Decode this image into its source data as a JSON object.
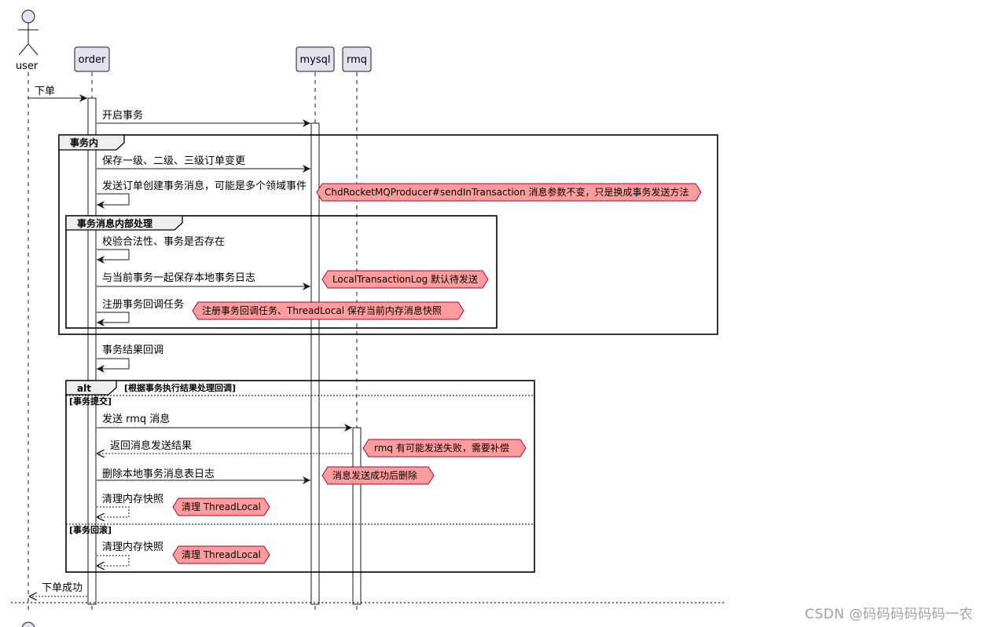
{
  "participants": [
    {
      "id": "user",
      "label": "user",
      "kind": "actor"
    },
    {
      "id": "order",
      "label": "order",
      "kind": "participant"
    },
    {
      "id": "mysql",
      "label": "mysql",
      "kind": "participant"
    },
    {
      "id": "rmq",
      "label": "rmq",
      "kind": "participant"
    }
  ],
  "messages": {
    "m01": "下单",
    "m02": "开启事务",
    "m03": "保存一级、二级、三级订单变更",
    "m04": "发送订单创建事务消息，可能是多个领域事件",
    "m05": "校验合法性、事务是否存在",
    "m06": "与当前事务一起保存本地事务日志",
    "m07": "注册事务回调任务",
    "m08": "事务结果回调",
    "m09": "发送 rmq 消息",
    "m10": "返回消息发送结果",
    "m11": "删除本地事务消息表日志",
    "m12": "清理内存快照",
    "m13": "清理内存快照",
    "m14": "下单成功"
  },
  "notes": {
    "n1": "ChdRocketMQProducer#sendInTransaction 消息参数不变，只是换成事务发送方法",
    "n2": "LocalTransactionLog 默认待发送",
    "n3": "注册事务回调任务、ThreadLocal 保存当前内存消息快照",
    "n4": "rmq 有可能发送失败，需要补偿",
    "n5": "消息发送成功后删除",
    "n6": "清理 ThreadLocal",
    "n7": "清理 ThreadLocal"
  },
  "groups": {
    "g1": "事务内",
    "g2": "事务消息内部处理"
  },
  "alt": {
    "label": "alt",
    "condition": "[根据事务执行结果处理回调]",
    "branch1": "[事务提交]",
    "branch2": "[事务回滚]"
  },
  "watermark": "CSDN @码码码码码码一农",
  "colors": {
    "participant_fill": "#e2e2f0",
    "participant_border": "#181818",
    "note_fill": "#ff9d9d",
    "note_border": "#a80036",
    "line": "#181818"
  }
}
